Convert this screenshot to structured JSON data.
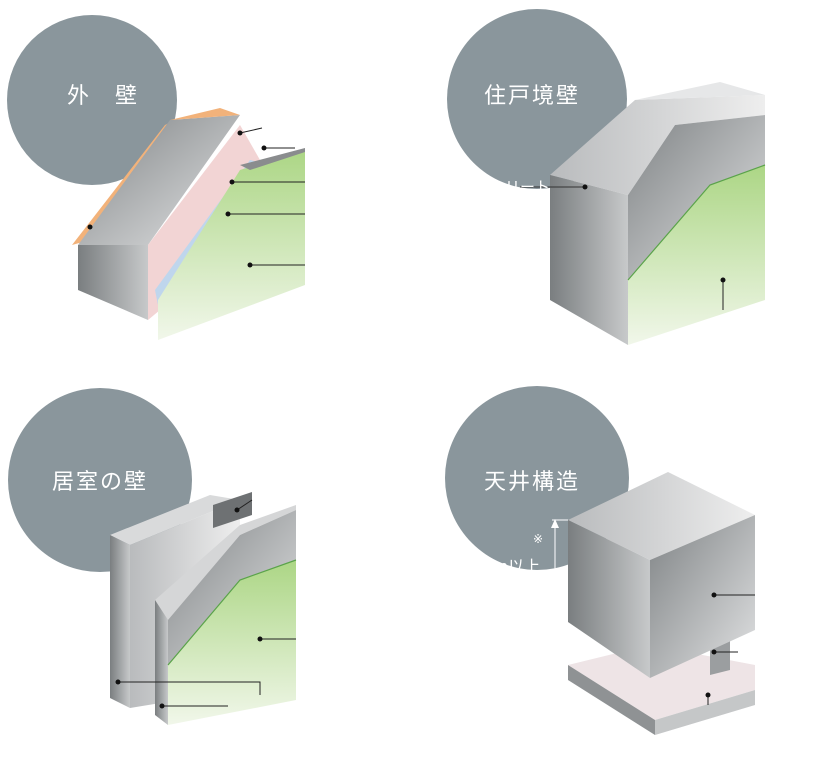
{
  "panels": [
    {
      "title": "外　壁"
    },
    {
      "title": "住戸境壁",
      "fragment": "ンクリート"
    },
    {
      "title": "居室の壁"
    },
    {
      "title": "天井構造",
      "fragment": "mm以上",
      "note_mark": "※"
    }
  ],
  "colors": {
    "circle": "#8a969c",
    "green": "#b4d98c",
    "concrete": "#a9abad",
    "orange": "#f2b27a",
    "blue": "#b9d6ef",
    "pink": "#f1cfcf"
  }
}
